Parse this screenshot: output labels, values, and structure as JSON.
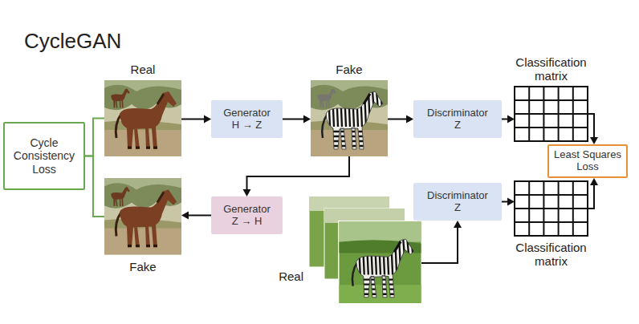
{
  "diagram": {
    "title": "CycleGAN",
    "nodes": [
      {
        "text": [
          "Cycle Consistency Loss"
        ]
      },
      {
        "text": [
          "Real"
        ]
      },
      {
        "text": [
          "Generator H → Z"
        ]
      },
      {
        "text": [
          "Fake"
        ]
      },
      {
        "text": [
          "Discriminator Z"
        ]
      },
      {
        "text": [
          "Classification matrix"
        ]
      },
      {
        "text": [
          "Least Squares Loss"
        ]
      },
      {
        "text": [
          "Fake"
        ]
      },
      {
        "text": [
          "Generator Z → H"
        ]
      },
      {
        "text": [
          "Discriminator Z"
        ]
      },
      {
        "text": [
          "Classification matrix"
        ]
      },
      {
        "text": [
          "Real"
        ]
      }
    ],
    "edges": [
      {
        "from": 1,
        "to": 0,
        "arrow": "none"
      },
      {
        "from": 7,
        "to": 0,
        "arrow": "none"
      },
      {
        "from": 1,
        "to": 2,
        "arrow": "to"
      },
      {
        "from": 2,
        "to": 3,
        "arrow": "to"
      },
      {
        "from": 3,
        "to": 4,
        "arrow": "to"
      },
      {
        "from": 4,
        "to": 5,
        "arrow": "to"
      },
      {
        "from": 5,
        "to": 6,
        "arrow": "to"
      },
      {
        "from": 3,
        "to": 8,
        "arrow": "to"
      },
      {
        "from": 8,
        "to": 7,
        "arrow": "to"
      },
      {
        "from": 11,
        "to": 9,
        "arrow": "to"
      },
      {
        "from": 9,
        "to": 10,
        "arrow": "to"
      },
      {
        "from": 10,
        "to": 6,
        "arrow": "to"
      }
    ]
  }
}
